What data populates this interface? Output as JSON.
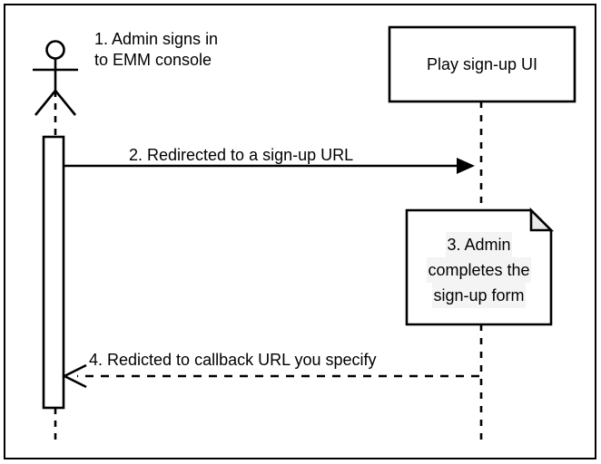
{
  "diagram": {
    "kind": "sequence-diagram",
    "title_text": "",
    "colors": {
      "stroke": "#000000",
      "background": "#ffffff",
      "note_fold_fill": "#e9e9e9",
      "note_text_highlight": "#f4f4f4"
    },
    "actor": {
      "name": "admin-actor",
      "caption_line1": "1. Admin signs in",
      "caption_line2": "to EMM console"
    },
    "participant": {
      "name": "play-signup-ui",
      "label": "Play sign-up UI"
    },
    "note": {
      "name": "admin-completes-form-note",
      "line1": "3. Admin",
      "line2": "completes the",
      "line3": "sign-up form"
    },
    "messages": [
      {
        "id": "message-2",
        "label": "2. Redirected to a sign-up URL",
        "style": "solid",
        "direction": "right",
        "arrowhead": "filled"
      },
      {
        "id": "message-4",
        "label": "4. Redicted to callback URL you specify",
        "style": "dashed",
        "direction": "left",
        "arrowhead": "open"
      }
    ]
  }
}
